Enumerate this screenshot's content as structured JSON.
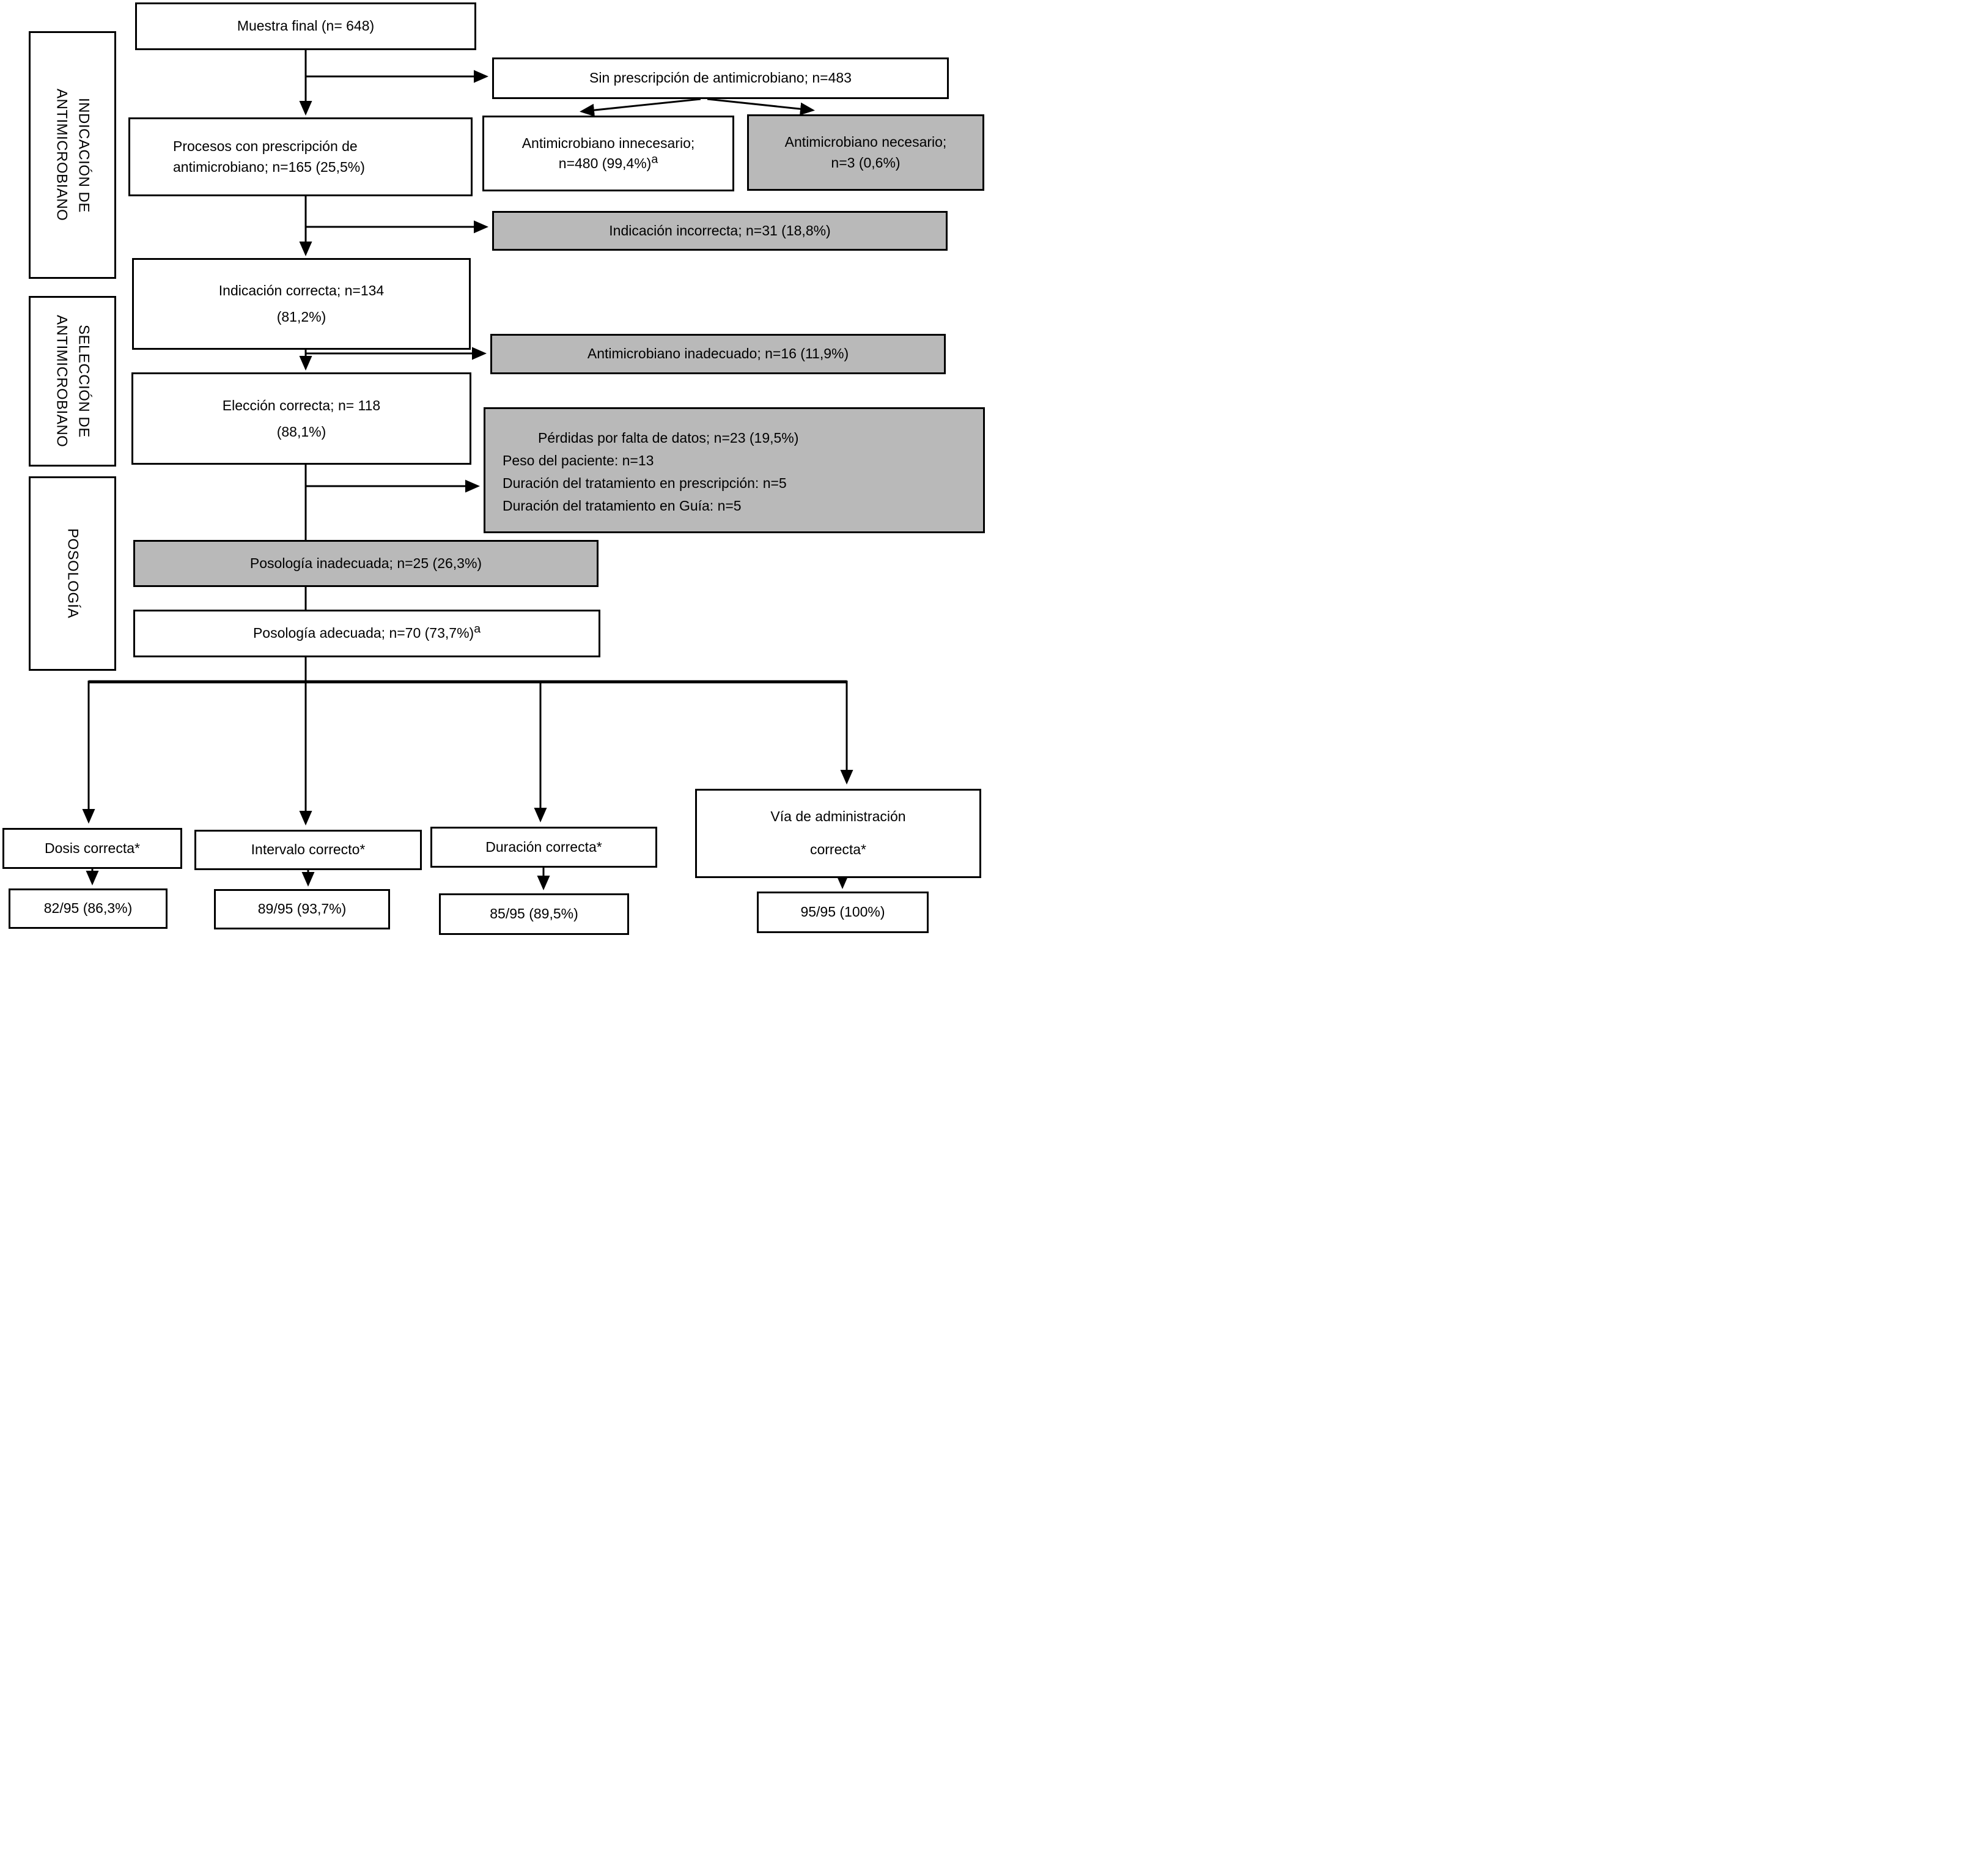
{
  "colors": {
    "highlight": "#b9b9b9",
    "line": "#000000",
    "box_bg": "#ffffff"
  },
  "sections": {
    "indicacion": {
      "line1": "INDICACIÓN DE",
      "line2": "ANTIMICROBIANO"
    },
    "seleccion": {
      "line1": "SELECCIÓN DE",
      "line2": "ANTIMICROBIANO"
    },
    "posologia": {
      "line1": "POSOLOGÍA"
    }
  },
  "boxes": {
    "muestra_final": {
      "text": "Muestra final (n= 648)"
    },
    "sin_prescripcion": {
      "text": "Sin prescripción de antimicrobiano; n=483"
    },
    "antimicrobiano_innecesario": {
      "line1": "Antimicrobiano innecesario;",
      "line2": "n=480 (99,4%)",
      "sup": "a"
    },
    "antimicrobiano_necesario": {
      "line1": "Antimicrobiano necesario;",
      "line2": "n=3 (0,6%)"
    },
    "procesos_con_prescripcion": {
      "line1": "Procesos con prescripción de",
      "line2": "antimicrobiano; n=165 (25,5%)"
    },
    "indicacion_incorrecta": {
      "text": "Indicación incorrecta; n=31 (18,8%)"
    },
    "indicacion_correcta": {
      "line1": "Indicación correcta; n=134",
      "line2": "(81,2%)"
    },
    "antimicrobiano_inadecuado": {
      "text": "Antimicrobiano inadecuado; n=16 (11,9%)"
    },
    "eleccion_correcta": {
      "line1": "Elección correcta; n= 118",
      "line2": "(88,1%)"
    },
    "perdidas": {
      "title": "Pérdidas por falta de datos; n=23 (19,5%)",
      "item1": "Peso del paciente: n=13",
      "item2": "Duración del tratamiento en prescripción: n=5",
      "item3": "Duración del tratamiento en Guía: n=5"
    },
    "posologia_inadecuada": {
      "text": "Posología inadecuada; n=25 (26,3%)"
    },
    "posologia_adecuada": {
      "text": "Posología adecuada; n=70 (73,7%)",
      "sup": "a"
    },
    "dosis_correcta": {
      "text": "Dosis correcta*",
      "result": "82/95 (86,3%)"
    },
    "intervalo_correcto": {
      "text": "Intervalo correcto*",
      "result": "89/95 (93,7%)"
    },
    "duracion_correcta": {
      "text": "Duración correcta*",
      "result": "85/95 (89,5%)"
    },
    "via_administracion": {
      "line1": "Vía de administración",
      "line2": "correcta*",
      "result": "95/95 (100%)"
    }
  }
}
